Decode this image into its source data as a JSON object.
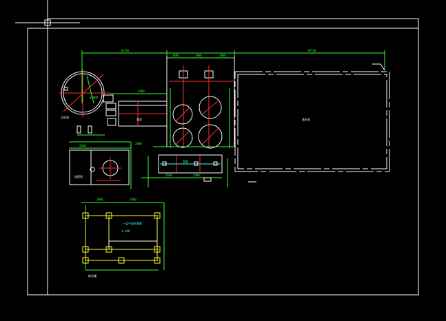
{
  "app": {
    "title": "CAD drawing viewport",
    "background": "#000000"
  },
  "colors": {
    "outline": "#ffffff",
    "dimension": "#33ff33",
    "centerline": "#ff3030",
    "column": "#ffff33",
    "crosshair": "#ffffff"
  },
  "cursor": {
    "icon": "crosshair-icon"
  },
  "labels": {
    "dim_top_left": "16720",
    "dim_top_right": "19720",
    "dim_a1": "3800",
    "dim_a2": "3800",
    "dim_a3": "3800",
    "dim_b1": "4500",
    "dim_c1": "3500",
    "dim_c2": "3500",
    "dim_c3": "2400",
    "dim_d1": "2400",
    "tank_circle": "ø8000",
    "room_right": "清水池",
    "room_middle": "泵房",
    "label_left": "沉淀池",
    "label_lower_room": "加药间",
    "label_bottom": "综合楼",
    "label_bottom_title": "一层平面布置图",
    "label_bottom_sub": "1:100",
    "label_mid_bottom": "管廊",
    "label_sub1": "1800",
    "label_sub2": "1800"
  }
}
